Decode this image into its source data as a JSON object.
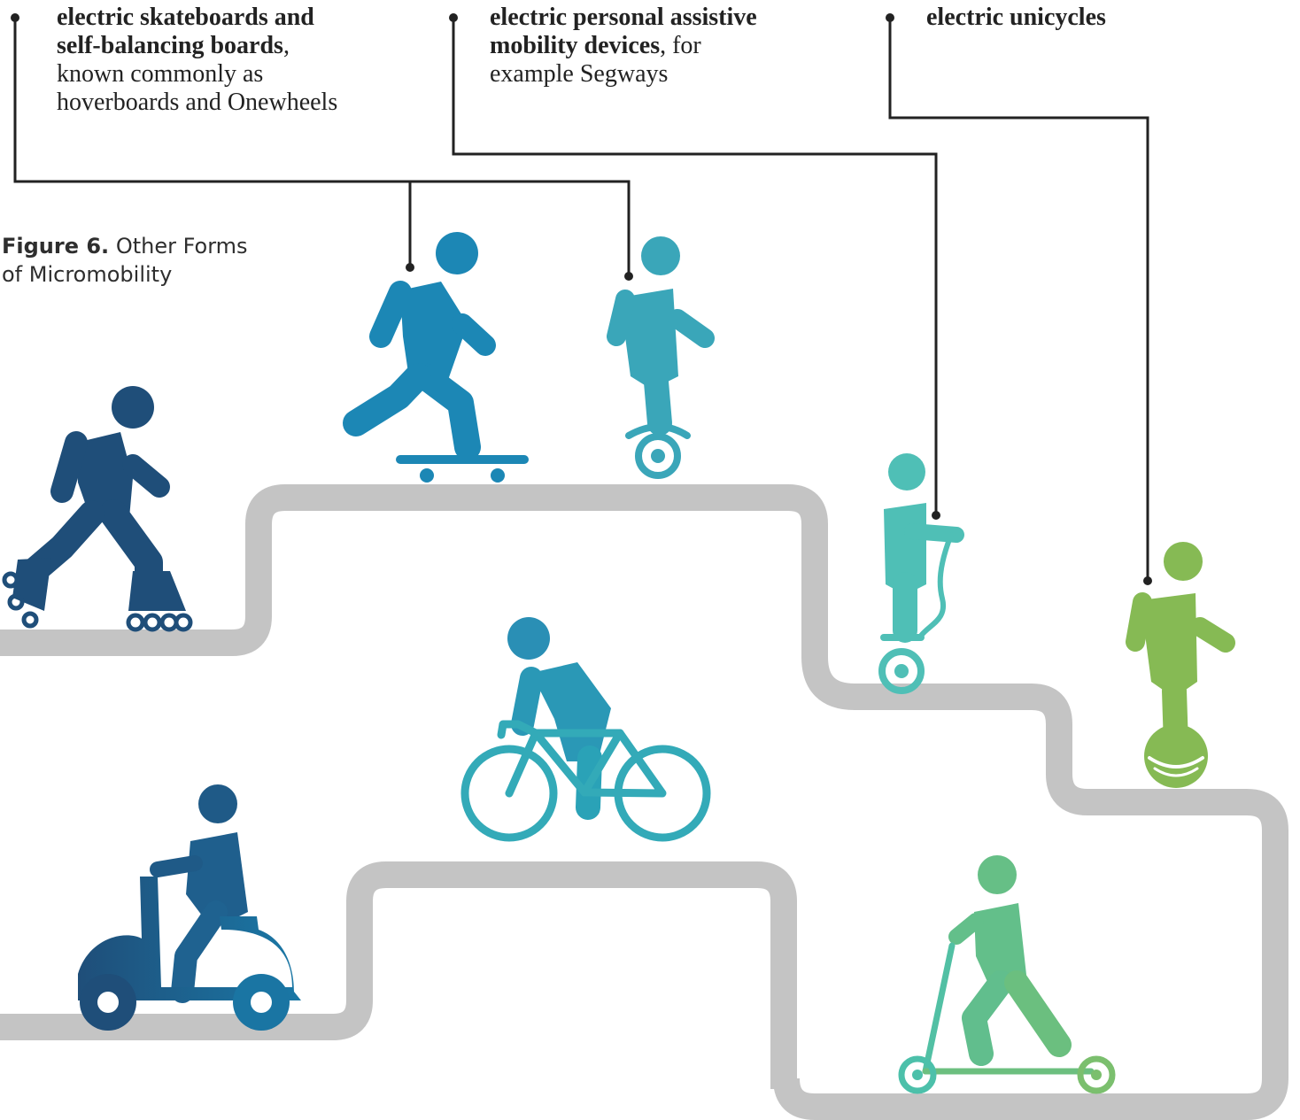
{
  "figure": {
    "label": "Figure 6.",
    "title_line1": "Other Forms",
    "title_line2": "of Micromobility"
  },
  "callouts": [
    {
      "bold_line1": "electric skateboards and",
      "bold_line2": "self-balancing boards",
      "tail": ",",
      "line3": "known commonly as",
      "line4": "hoverboards and Onewheels"
    },
    {
      "bold_line1": "electric personal assistive",
      "bold_line2": "mobility devices",
      "tail": ", for",
      "line3": "example Segways"
    },
    {
      "bold_line1": "electric unicycles"
    }
  ],
  "icons": [
    "inline-skater-icon",
    "skateboarder-icon",
    "hoverboard-rider-icon",
    "segway-rider-icon",
    "unicycle-rider-icon",
    "cyclist-icon",
    "moped-rider-icon",
    "kick-scooter-rider-icon"
  ],
  "colors": {
    "path": "#c4c4c4",
    "connector": "#222222",
    "navy": "#1f4e79",
    "blue": "#1c87b5",
    "teal": "#3aa6b9",
    "aqua": "#4fbfb6",
    "green": "#86ba54",
    "mint": "#62bf8c"
  }
}
